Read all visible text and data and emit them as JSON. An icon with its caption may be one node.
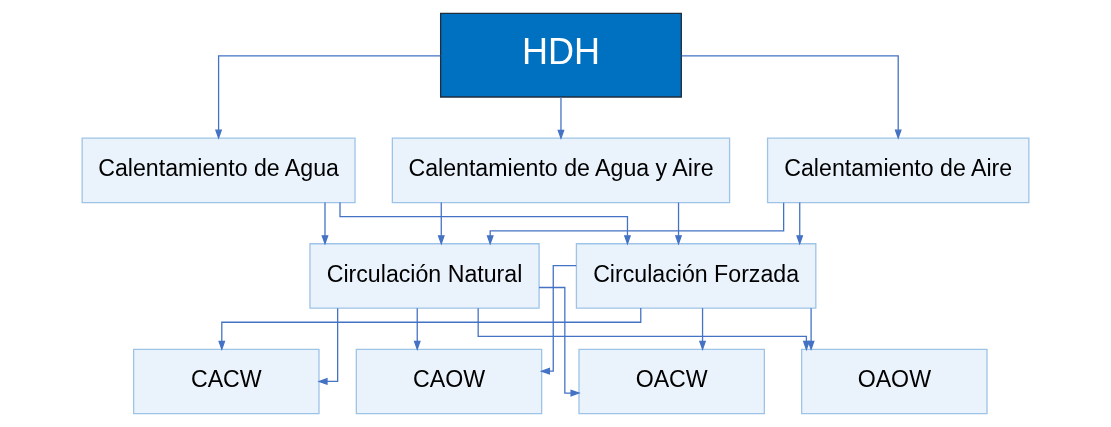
{
  "diagram": {
    "nodes": [
      {
        "text": [
          "HDH"
        ]
      },
      {
        "text": [
          "Calentamiento de Agua"
        ]
      },
      {
        "text": [
          "Calentamiento de Agua y Aire"
        ]
      },
      {
        "text": [
          "Calentamiento de Aire"
        ]
      },
      {
        "text": [
          "Circulación Natural"
        ]
      },
      {
        "text": [
          "Circulación Forzada"
        ]
      },
      {
        "text": [
          "CACW"
        ]
      },
      {
        "text": [
          "CAOW"
        ]
      },
      {
        "text": [
          "OACW"
        ]
      },
      {
        "text": [
          "OAOW"
        ]
      }
    ],
    "edges": [
      {
        "from": 0,
        "to": 1,
        "arrow": "to"
      },
      {
        "from": 0,
        "to": 2,
        "arrow": "to"
      },
      {
        "from": 0,
        "to": 3,
        "arrow": "to"
      },
      {
        "from": 1,
        "to": 4,
        "arrow": "to"
      },
      {
        "from": 1,
        "to": 5,
        "arrow": "to"
      },
      {
        "from": 2,
        "to": 4,
        "arrow": "to"
      },
      {
        "from": 2,
        "to": 5,
        "arrow": "to"
      },
      {
        "from": 3,
        "to": 4,
        "arrow": "to"
      },
      {
        "from": 3,
        "to": 5,
        "arrow": "to"
      },
      {
        "from": 4,
        "to": 6,
        "arrow": "to"
      },
      {
        "from": 4,
        "to": 7,
        "arrow": "to"
      },
      {
        "from": 4,
        "to": 8,
        "arrow": "to"
      },
      {
        "from": 4,
        "to": 9,
        "arrow": "to"
      },
      {
        "from": 5,
        "to": 6,
        "arrow": "to"
      },
      {
        "from": 5,
        "to": 7,
        "arrow": "to"
      },
      {
        "from": 5,
        "to": 8,
        "arrow": "to"
      },
      {
        "from": 5,
        "to": 9,
        "arrow": "to"
      }
    ]
  }
}
